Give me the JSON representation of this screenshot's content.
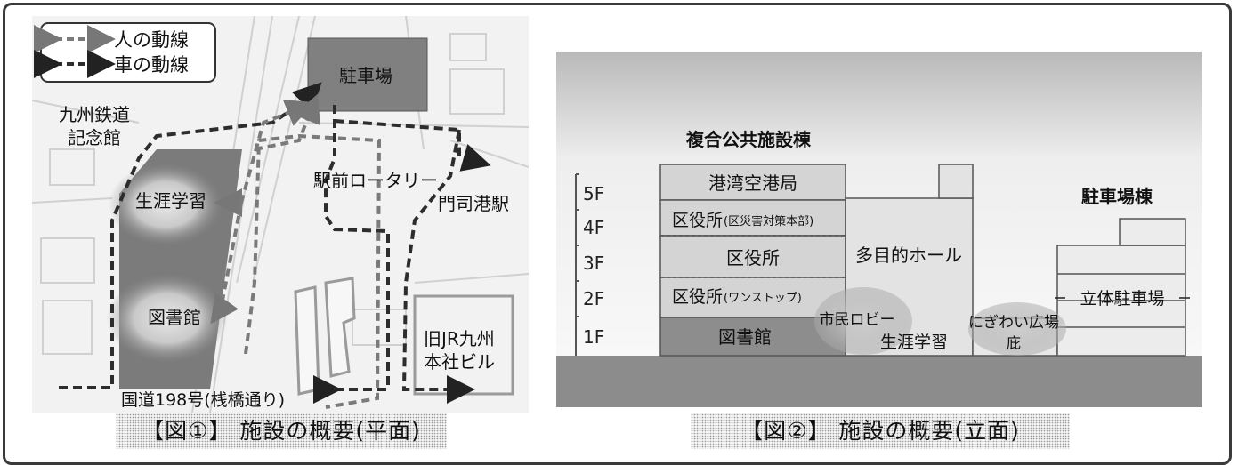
{
  "figure1": {
    "legend": {
      "people": "人の動線",
      "cars": "車の動線"
    },
    "labels": {
      "parking": "駐車場",
      "memorial_line1": "九州鉄道",
      "memorial_line2": "記念館",
      "lifelong_learning": "生涯学習",
      "library": "図書館",
      "rotary": "駅前ロータリー",
      "mojiko_station": "門司港駅",
      "jr_building_line1": "旧JR九州",
      "jr_building_line2": "本社ビル",
      "route": "国道198号(桟橋通り)"
    },
    "caption": "【図①】 施設の概要(平面)"
  },
  "figure2": {
    "complex_title": "複合公共施設棟",
    "parking_title": "駐車場棟",
    "floors": [
      "5F",
      "4F",
      "3F",
      "2F",
      "1F"
    ],
    "rooms": {
      "port_office": "港湾空港局",
      "ward_disaster_main": "区役所",
      "ward_disaster_sub": "(区災害対策本部)",
      "ward_office": "区役所",
      "ward_onestop_main": "区役所",
      "ward_onestop_sub": "(ワンストップ)",
      "library": "図書館",
      "hall": "多目的ホール",
      "citizen_lobby": "市民ロビー",
      "lifelong_learning": "生涯学習",
      "plaza_line1": "にぎわい広場",
      "plaza_line2": "庇",
      "multilevel_parking": "立体駐車場"
    },
    "caption": "【図②】 施設の概要(立面)"
  }
}
